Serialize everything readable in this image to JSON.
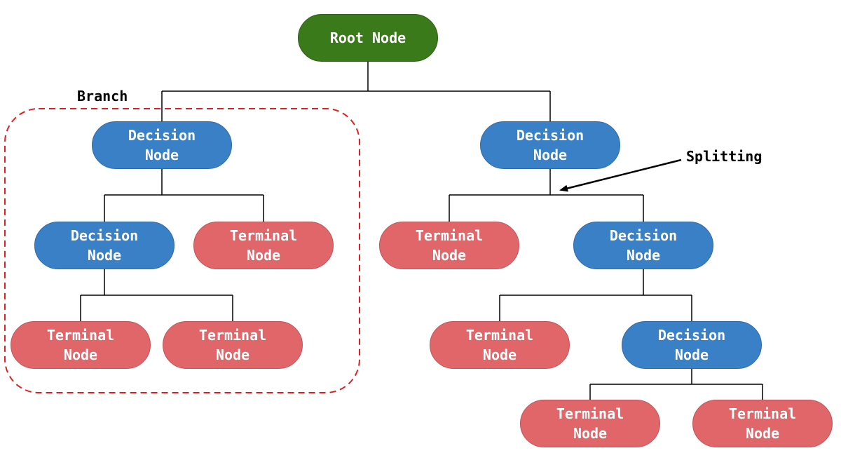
{
  "colors": {
    "root": "#3a7a1b",
    "decision": "#3a80c6",
    "terminal": "#e0666a",
    "branch_border": "#e02020",
    "lines": "#000000"
  },
  "annotations": {
    "branch": "Branch",
    "splitting": "Splitting"
  },
  "nodes": {
    "root": "Root Node",
    "decision_1": "Decision\nNode",
    "decision_2": "Decision\nNode",
    "decision_3": "Decision\nNode",
    "terminal_1": "Terminal\nNode",
    "terminal_2": "Terminal\nNode",
    "terminal_3": "Terminal\nNode",
    "terminal_4": "Terminal\nNode",
    "decision_4": "Decision\nNode",
    "terminal_5": "Terminal\nNode",
    "decision_5": "Decision\nNode",
    "terminal_6": "Terminal\nNode",
    "terminal_7": "Terminal\nNode"
  }
}
